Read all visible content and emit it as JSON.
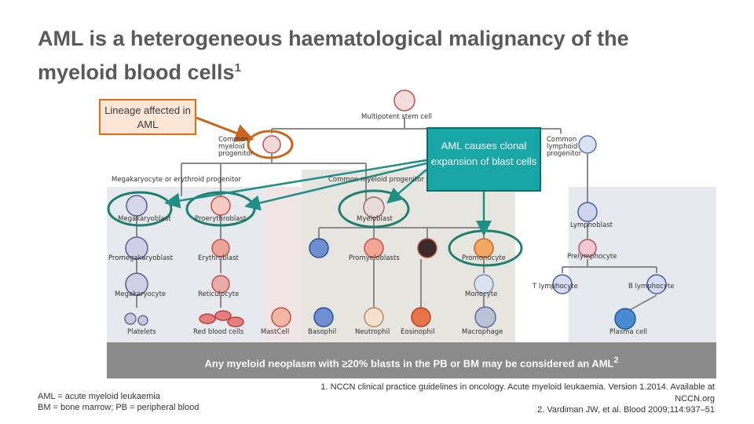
{
  "title": {
    "main": "AML is a heterogeneous haematological malignancy of the myeloid blood cells",
    "sup": "1"
  },
  "callouts": {
    "lineage": "Lineage affected in AML",
    "clonal": "AML causes clonal expansion of blast cells"
  },
  "cells": {
    "multipotent": "Multipotent stem cell",
    "common_myeloid": "Common myeloid progenitor",
    "common_lymphoid": "Common lymphoid progenitor",
    "mega_erythroid": "Megakaryocyte or erythroid progenitor",
    "common_myeloid_cont": "Common myeloid progenitor",
    "megakaryoblast": "Megakaryoblast",
    "proerythroblast": "Proerythroblast",
    "myeloblast": "Myeloblast",
    "lymphoblast": "Lymphoblast",
    "promegakaryoblast": "Promegakaryoblast",
    "erythroblast": "Erythroblast",
    "promyeloblasts": "Promyeloblasts",
    "promonocyte": "Promonocyte",
    "prelymphocyte": "Prelymphocyte",
    "megakaryocyte": "Megakaryocyte",
    "reticulocyte": "Reticulocyte",
    "monocyte": "Monocyte",
    "t_lymphocyte": "T lymphocyte",
    "b_lymphocyte": "B lymphocyte",
    "platelets": "Platelets",
    "red_blood_cells": "Red blood cells",
    "mast_cell": "MastCell",
    "basophil": "Basophil",
    "neutrophil": "Neutrophil",
    "eosinophil": "Eosinophil",
    "macrophage": "Macrophage",
    "plasma_cell": "Plasma cell"
  },
  "band": {
    "text": "Any myeloid neoplasm with ≥20% blasts in the PB or BM may be considered an AML",
    "sup": "2"
  },
  "abbreviations": [
    "AML = acute myeloid leukaemia",
    "BM = bone marrow; PB = peripheral blood"
  ],
  "references": [
    "1. NCCN clinical practice guidelines in oncology. Acute myeloid leukaemia. Version 1.2014. Available at",
    "NCCN.org",
    "2. Vardiman JW, et al. Blood 2009;114:937–51"
  ],
  "colors": {
    "title": "#5a5a5a",
    "orange": "#e36b1c",
    "teal": "#18a7a6",
    "highlight": "#1f7f6f",
    "band": "#8a8a8a"
  }
}
